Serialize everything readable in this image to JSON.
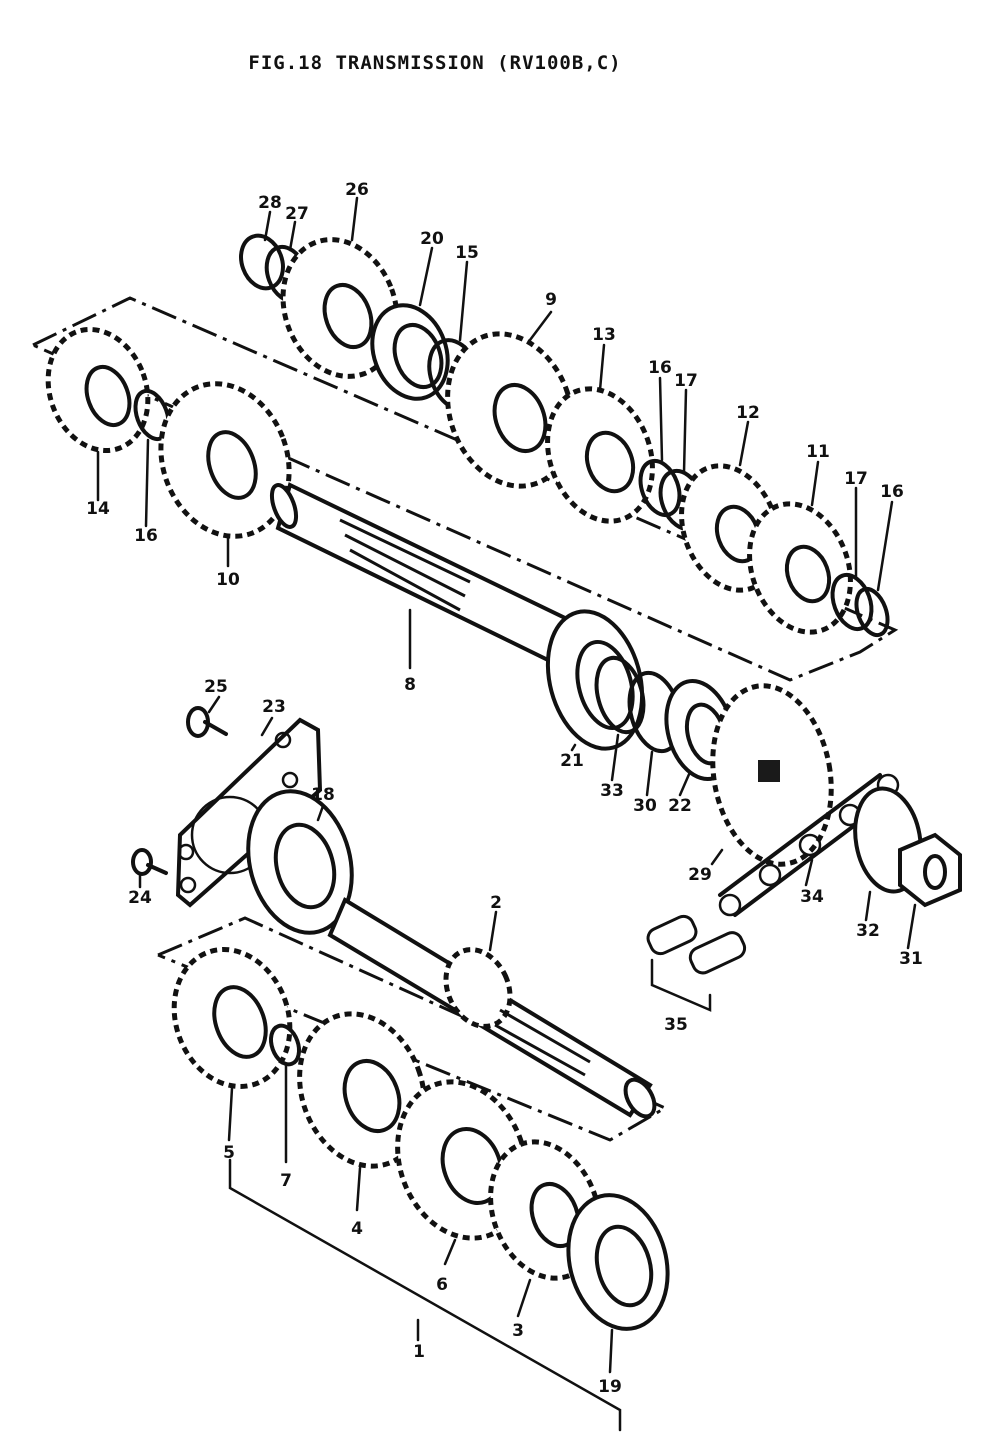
{
  "title": "FIG.18  TRANSMISSION (RV100B,C)",
  "part_labels": [
    "1",
    "2",
    "3",
    "4",
    "5",
    "6",
    "7",
    "8",
    "9",
    "10",
    "11",
    "12",
    "13",
    "14",
    "15",
    "16",
    "16",
    "16",
    "17",
    "17",
    "18",
    "19",
    "20",
    "21",
    "22",
    "23",
    "24",
    "25",
    "26",
    "27",
    "28",
    "29",
    "30",
    "31",
    "32",
    "33",
    "34",
    "35"
  ]
}
